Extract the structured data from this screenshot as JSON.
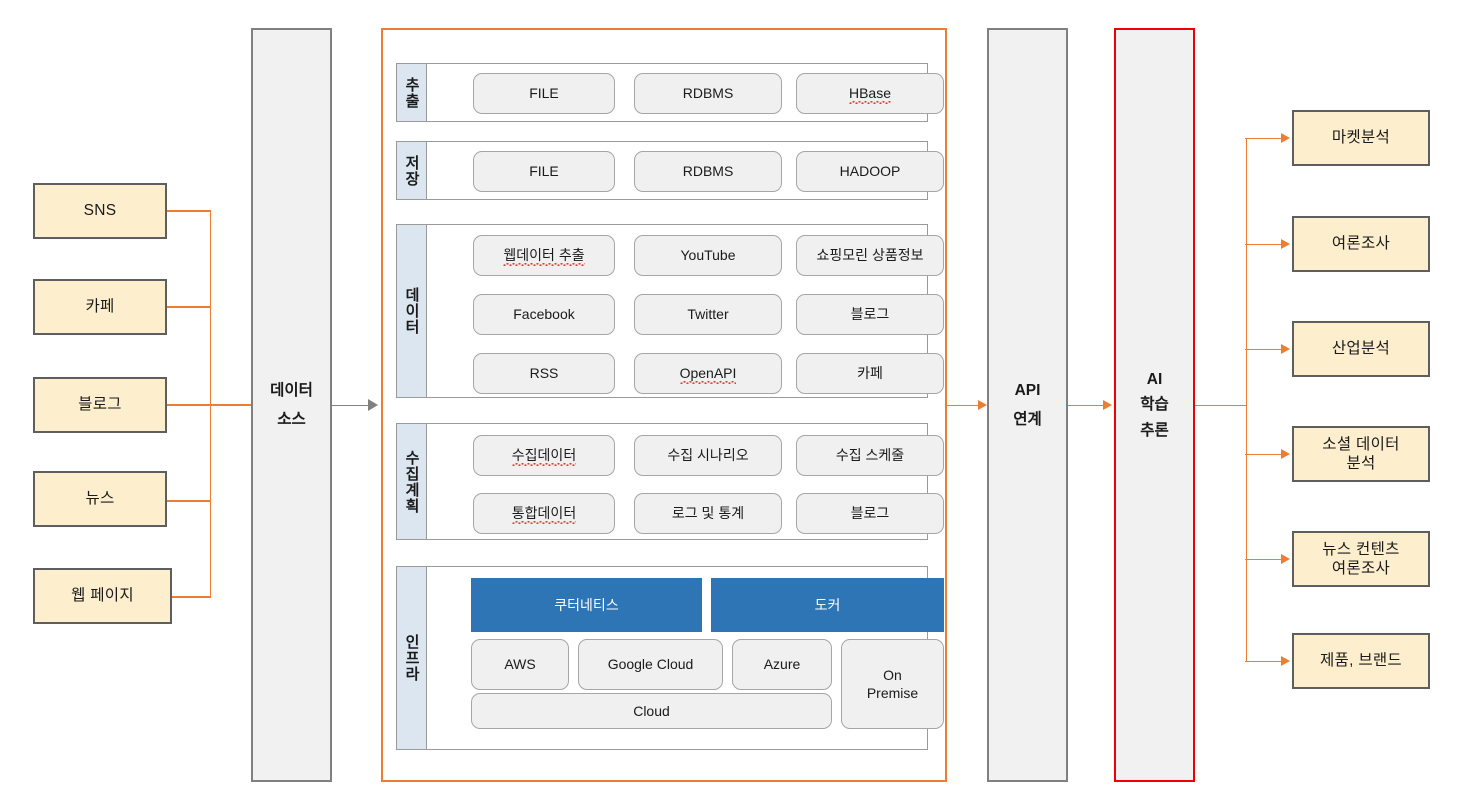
{
  "diagram": {
    "sources": {
      "title": "data-sources",
      "items": [
        {
          "label": "SNS"
        },
        {
          "label": "카페"
        },
        {
          "label": "블로그"
        },
        {
          "label": "뉴스"
        },
        {
          "label": "웹 페이지"
        }
      ]
    },
    "pillars": {
      "data_source": {
        "lines": [
          "데이터",
          "소스"
        ]
      },
      "api": {
        "lines": [
          "API",
          "연계"
        ]
      },
      "ai": {
        "lines": [
          "AI",
          "학습",
          "추론"
        ]
      }
    },
    "platform": {
      "sections": [
        {
          "label": "추출",
          "rows": [
            [
              {
                "text": "FILE"
              },
              {
                "text": "RDBMS"
              },
              {
                "text": "HBase",
                "spell": true
              }
            ]
          ]
        },
        {
          "label": "저장",
          "rows": [
            [
              {
                "text": "FILE"
              },
              {
                "text": "RDBMS"
              },
              {
                "text": "HADOOP"
              }
            ]
          ]
        },
        {
          "label": "데이터",
          "rows": [
            [
              {
                "text": "웹데이터 추출",
                "spell": true
              },
              {
                "text": "YouTube"
              },
              {
                "text": "쇼핑모린 상품정보"
              }
            ],
            [
              {
                "text": "Facebook"
              },
              {
                "text": "Twitter"
              },
              {
                "text": "블로그"
              }
            ],
            [
              {
                "text": "RSS"
              },
              {
                "text": "OpenAPI",
                "spell": true
              },
              {
                "text": "카페"
              }
            ]
          ]
        },
        {
          "label": "수집계획",
          "rows": [
            [
              {
                "text": "수집데이터",
                "spell": true
              },
              {
                "text": "수집 시나리오"
              },
              {
                "text": "수집 스케줄"
              }
            ],
            [
              {
                "text": "통합데이터",
                "spell": true
              },
              {
                "text": "로그 및 통계"
              },
              {
                "text": "블로그"
              }
            ]
          ]
        },
        {
          "label": "인프라",
          "top_row": [
            {
              "text": "쿠터네티스"
            },
            {
              "text": "도커"
            }
          ],
          "mid_row": [
            {
              "text": "AWS"
            },
            {
              "text": "Google Cloud"
            },
            {
              "text": "Azure"
            }
          ],
          "cloud": {
            "text": "Cloud"
          },
          "onpremise": {
            "text": "On\nPremise",
            "line1": "On",
            "line2": "Premise"
          }
        }
      ]
    },
    "outputs": {
      "items": [
        {
          "line1": "마켓분석",
          "line2": ""
        },
        {
          "line1": "여론조사",
          "line2": ""
        },
        {
          "line1": "산업분석",
          "line2": ""
        },
        {
          "line1": "소셜 데이터",
          "line2": "분석"
        },
        {
          "line1": "뉴스 컨텐츠",
          "line2": "여론조사"
        },
        {
          "line1": "제품, 브랜드",
          "line2": ""
        }
      ]
    },
    "colors": {
      "cream": "#fdeece",
      "box_border": "#5e5e5e",
      "pillar_fill": "#f1f1f1",
      "pillar_border": "#808080",
      "accent_orange": "#ed7d31",
      "accent_red": "#ee0000",
      "label_blue": "#dce6f1",
      "chip_fill": "#f0f0f0",
      "chip_border": "#a6a6a6",
      "blue_fill": "#2e75b6"
    }
  }
}
